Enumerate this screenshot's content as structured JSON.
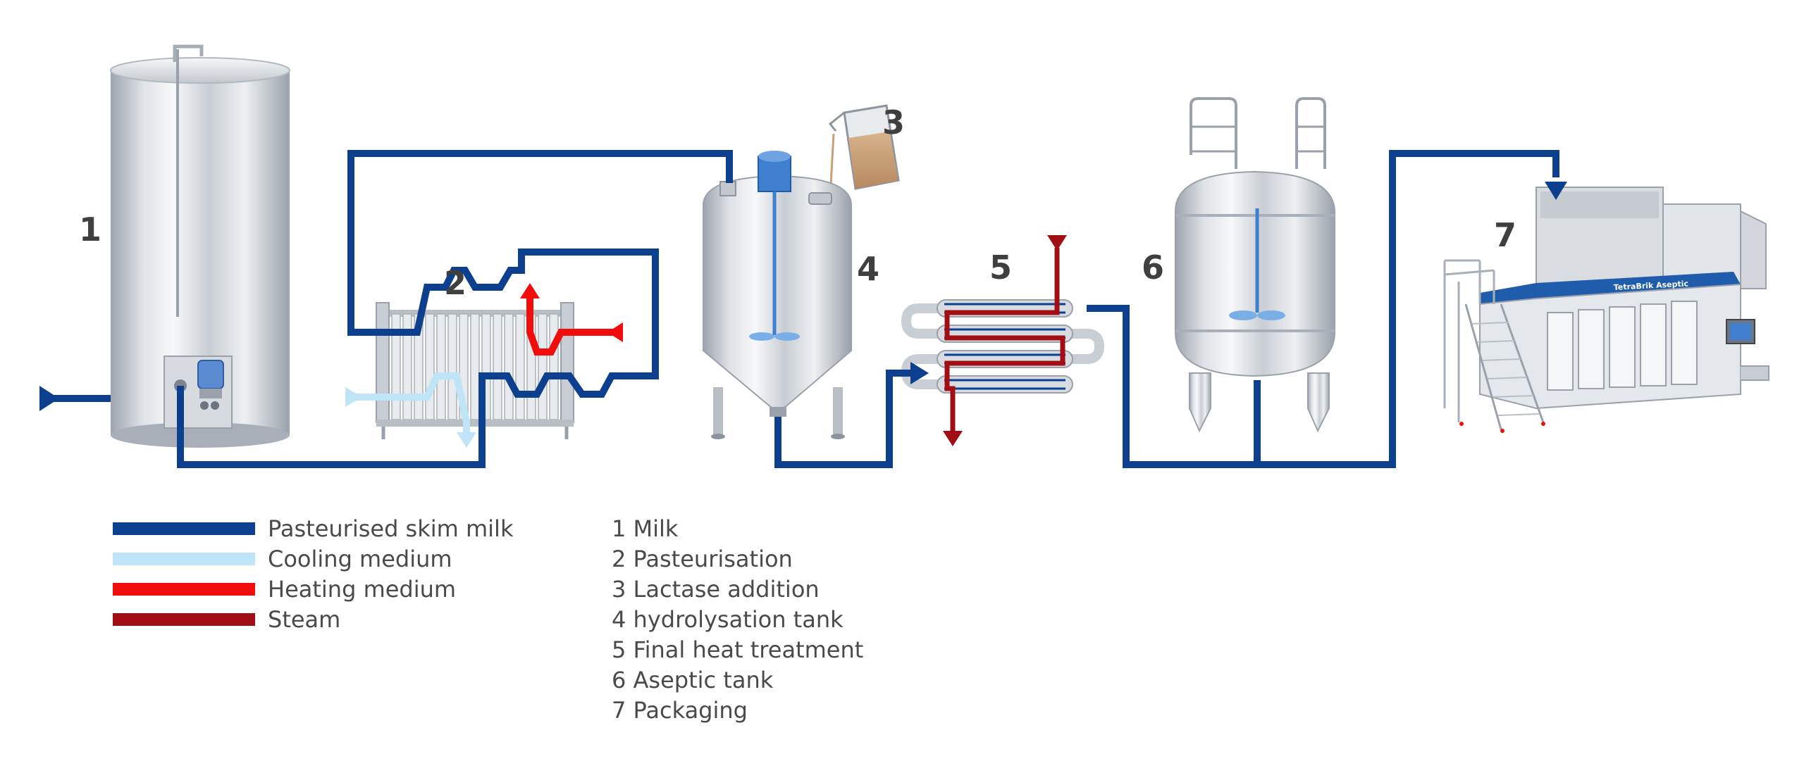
{
  "equipment_numbers": {
    "n1": "1",
    "n2": "2",
    "n3": "3",
    "n4": "4",
    "n5": "5",
    "n6": "6",
    "n7": "7"
  },
  "packaging_machine_brand": "TetraBrik Aseptic",
  "legend": {
    "items": [
      {
        "label": "Pasteurised skim milk",
        "color": "#0d3f8f"
      },
      {
        "label": "Cooling medium",
        "color": "#bfe3f7"
      },
      {
        "label": "Heating medium",
        "color": "#f20d0d"
      },
      {
        "label": "Steam",
        "color": "#a10e14"
      }
    ]
  },
  "steps": [
    "1 Milk",
    "2 Pasteurisation",
    "3 Lactase addition",
    "4 hydrolysation tank",
    "5 Final heat treatment",
    "6 Aseptic tank",
    "7 Packaging"
  ],
  "colors": {
    "milk": "#0d3f8f",
    "cooling": "#bfe3f7",
    "heating": "#f20d0d",
    "steam": "#a10e14",
    "steel_light": "#eef0f3",
    "steel_dark": "#a9afb8",
    "equipment_blue": "#3f7fd0",
    "lactase": "#c8a07a"
  }
}
